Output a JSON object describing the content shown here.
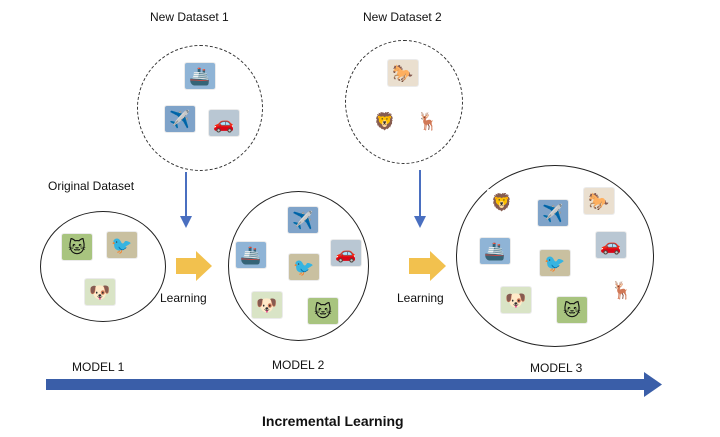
{
  "labels": {
    "new_dataset_1": "New Dataset 1",
    "new_dataset_2": "New Dataset 2",
    "original_dataset": "Original Dataset",
    "learning": "Learning",
    "model_1": "MODEL 1",
    "model_2": "MODEL 2",
    "model_3": "MODEL 3",
    "incremental_learning": "Incremental Learning"
  },
  "icons": {
    "dog": "🐶",
    "cat": "🐱",
    "bird": "🐦",
    "plane": "✈️",
    "ship": "🚢",
    "car": "🚗",
    "horse": "🐎",
    "lion": "🦁",
    "deer": "🦌"
  },
  "colors": {
    "timeline_arrow": "#3a5ea8",
    "down_arrow": "#4a6fc0",
    "learning_arrow": "#f2c14e"
  }
}
